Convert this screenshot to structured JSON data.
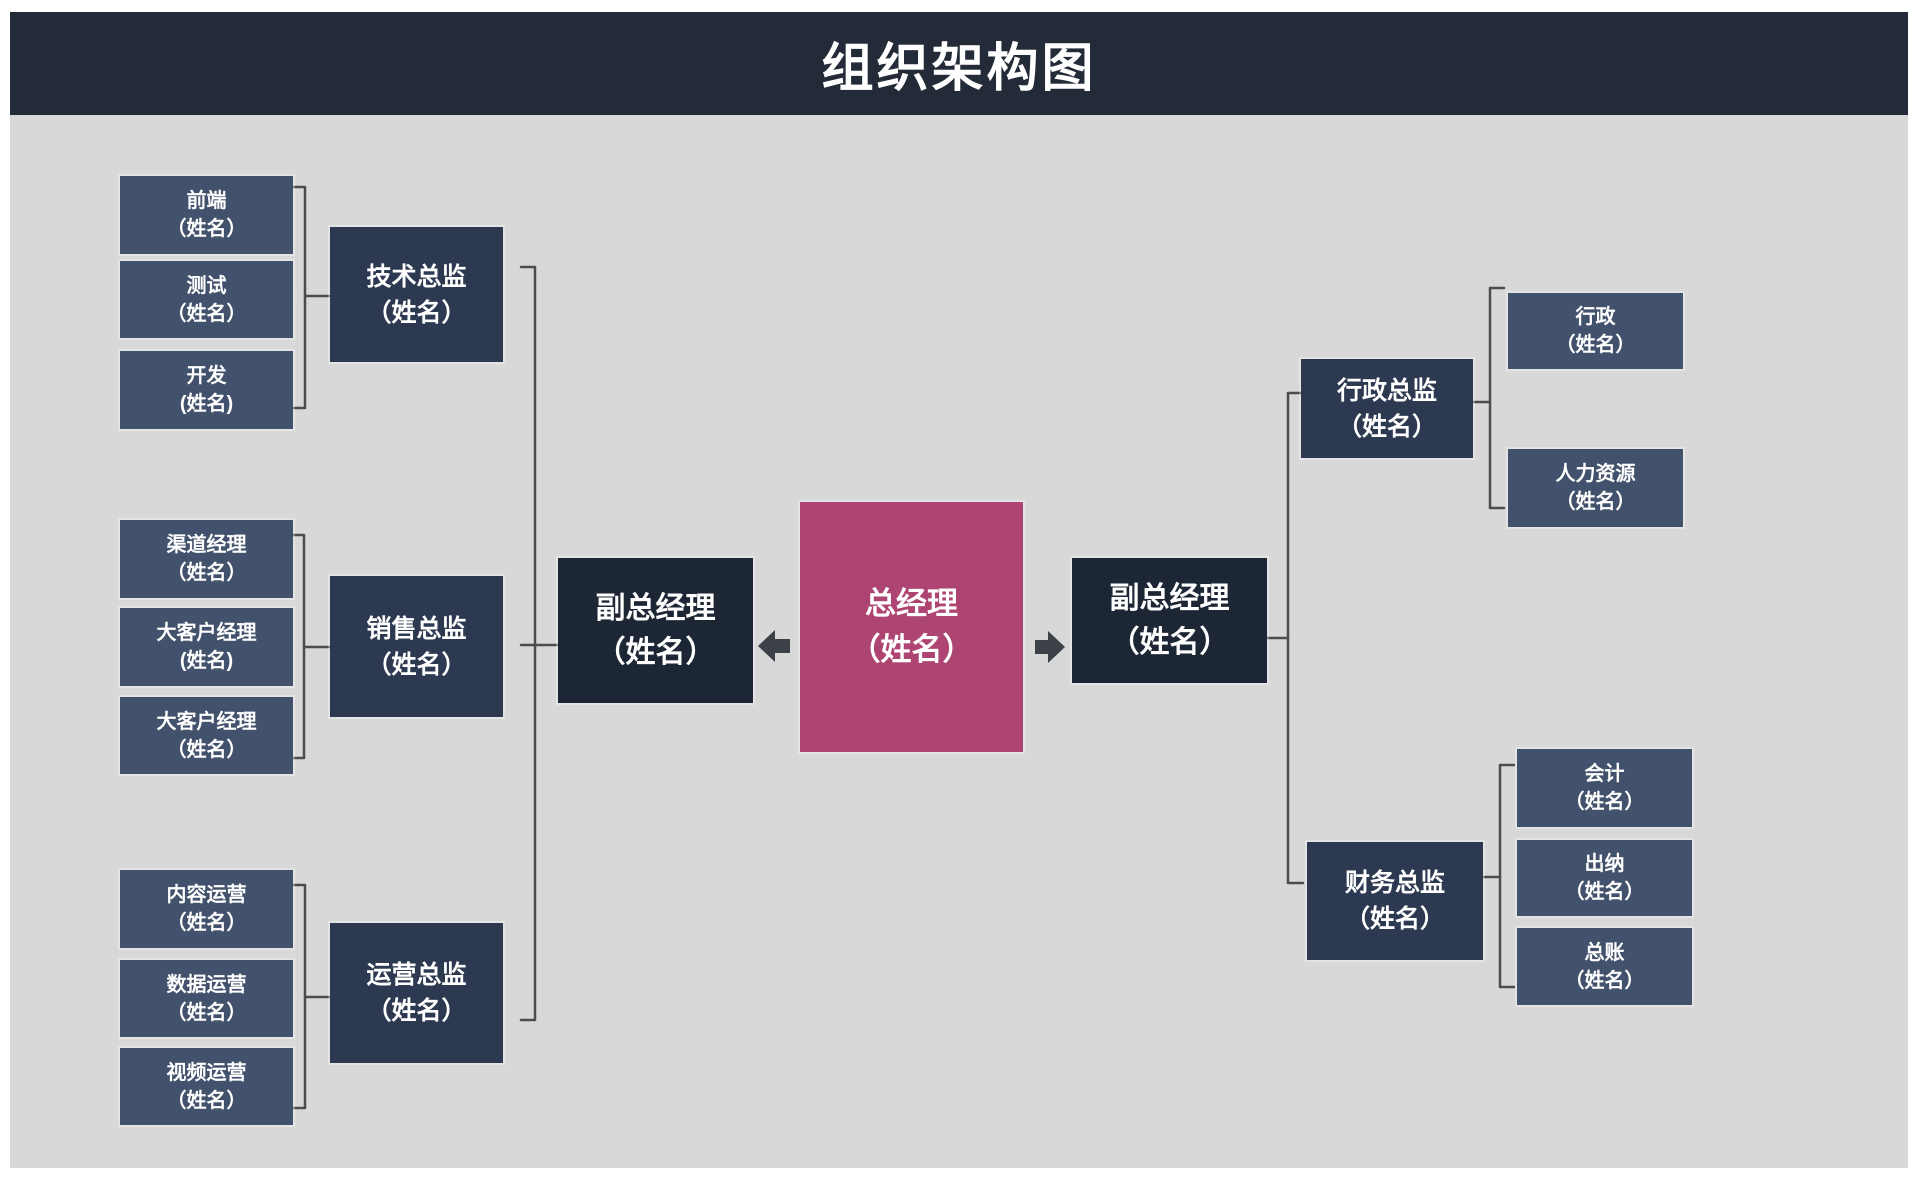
{
  "header": {
    "title": "组织架构图"
  },
  "colors": {
    "page_margin": "#ffffff",
    "background": "#d8d8d8",
    "header_band": "#232a38",
    "ceo_box": "#ad4472",
    "vp_box": "#1d2634",
    "director_box": "#2c3950",
    "member_box": "#43526c",
    "connector": "#4c4c4c",
    "arrow": "#3c4147",
    "text": "#ffffff"
  },
  "org": {
    "ceo": {
      "title": "总经理",
      "subtitle": "（姓名）"
    },
    "vp_left": {
      "title": "副总经理",
      "subtitle": "（姓名）"
    },
    "vp_right": {
      "title": "副总经理",
      "subtitle": "（姓名）"
    },
    "left_groups": [
      {
        "director": {
          "title": "技术总监",
          "subtitle": "（姓名）"
        },
        "members": [
          {
            "title": "前端",
            "subtitle": "（姓名）"
          },
          {
            "title": "测试",
            "subtitle": "（姓名）"
          },
          {
            "title": "开发",
            "subtitle": "(姓名)"
          }
        ]
      },
      {
        "director": {
          "title": "销售总监",
          "subtitle": "（姓名）"
        },
        "members": [
          {
            "title": "渠道经理",
            "subtitle": "（姓名）"
          },
          {
            "title": "大客户经理",
            "subtitle": "(姓名)"
          },
          {
            "title": "大客户经理",
            "subtitle": "（姓名）"
          }
        ]
      },
      {
        "director": {
          "title": "运营总监",
          "subtitle": "（姓名）"
        },
        "members": [
          {
            "title": "内容运营",
            "subtitle": "（姓名）"
          },
          {
            "title": "数据运营",
            "subtitle": "（姓名）"
          },
          {
            "title": "视频运营",
            "subtitle": "（姓名）"
          }
        ]
      }
    ],
    "right_groups": [
      {
        "director": {
          "title": "行政总监",
          "subtitle": "（姓名）"
        },
        "members": [
          {
            "title": "行政",
            "subtitle": "（姓名）"
          },
          {
            "title": "人力资源",
            "subtitle": "（姓名）"
          }
        ]
      },
      {
        "director": {
          "title": "财务总监",
          "subtitle": "（姓名）"
        },
        "members": [
          {
            "title": "会计",
            "subtitle": "（姓名）"
          },
          {
            "title": "出纳",
            "subtitle": "（姓名）"
          },
          {
            "title": "总账",
            "subtitle": "（姓名）"
          }
        ]
      }
    ]
  }
}
